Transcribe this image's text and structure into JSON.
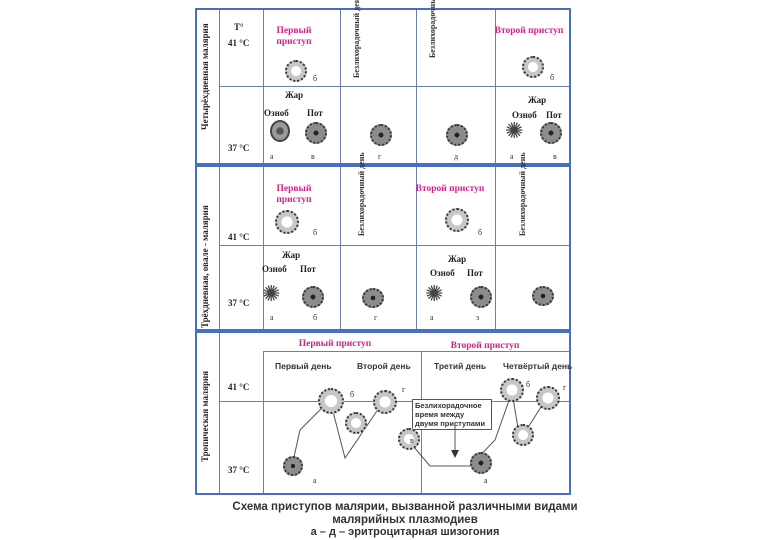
{
  "panel1": {
    "side_label": "Четырёхдневная малярия",
    "t_label": "T°",
    "temp_high": "41 °C",
    "temp_low": "37 °C",
    "attack_first": "Первый приступ",
    "attack_second": "Второй приступ",
    "fever_free_1": "Безлихорадочный день",
    "fever_free_2": "Безлихорадочный день",
    "phase_fever": "Жар",
    "phase_chill": "Озноб",
    "phase_sweat": "Пот",
    "phase_fever_2": "Жар",
    "phase_chill_2": "Озноб",
    "phase_sweat_2": "Пот",
    "letters": [
      "а",
      "в",
      "г",
      "д",
      "а",
      "в"
    ],
    "letter_b": "б",
    "letter_b2": "б"
  },
  "panel2": {
    "side_label": "Трёхдневная, овале - малярия",
    "temp_high": "41 °C",
    "temp_low": "37 °C",
    "attack_first": "Первый приступ",
    "attack_second": "Второй приступ",
    "fever_free_1": "Безлихорадочный день",
    "fever_free_2": "Безлихорадочный день",
    "phase_fever": "Жар",
    "phase_chill": "Озноб",
    "phase_sweat": "Пот",
    "phase_fever_2": "Жар",
    "phase_chill_2": "Озноб",
    "phase_sweat_2": "Пот",
    "letters": [
      "а",
      "б",
      "г",
      "а",
      "з"
    ],
    "letter_b": "б",
    "letter_b2": "б"
  },
  "panel3": {
    "side_label": "Тропическая малярия",
    "temp_high": "41 °C",
    "temp_low": "37 °C",
    "attack_first": "Первый приступ",
    "attack_second": "Второй приступ",
    "day1": "Первый день",
    "day2": "Второй день",
    "day3": "Третий день",
    "day4": "Четвёртый день",
    "note": "Безлихорадочное время между двумя приступами",
    "letters": [
      "б",
      "г",
      "в",
      "а",
      "а",
      "б",
      "г"
    ]
  },
  "caption": {
    "line1": "Схема приступов малярии, вызванной различными видами",
    "line2": "малярийных плазмодиев",
    "line3": "а – д – эритроцитарная шизогония"
  }
}
